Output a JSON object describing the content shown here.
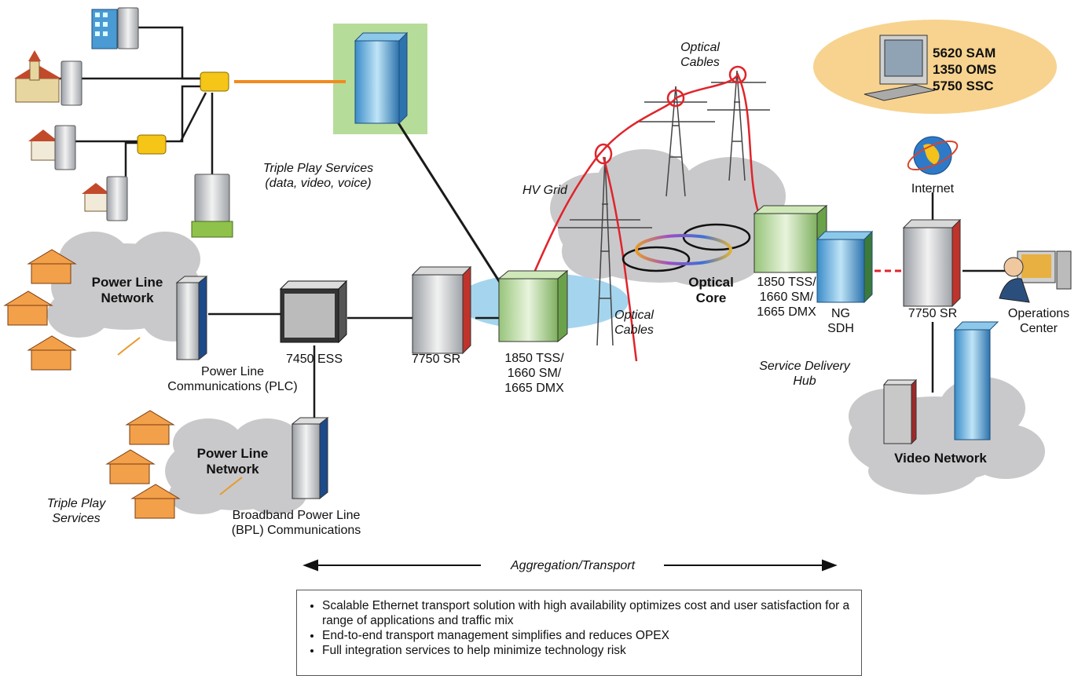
{
  "labels": {
    "optical_cables_top": "Optical\nCables",
    "sam": "5620 SAM\n1350 OMS\n5750 SSC",
    "triple_play_services": "Triple Play Services\n(data, video, voice)",
    "hv_grid": "HV Grid",
    "internet": "Internet",
    "optical_core": "Optical\nCore",
    "optical_cables_bottom": "Optical\nCables",
    "node_1850_right": "1850 TSS/\n1660 SM/\n1665 DMX",
    "ng_sdh": "NG\nSDH",
    "sr_right": "7750 SR",
    "operations_center": "Operations\nCenter",
    "power_line_network_1": "Power Line\nNetwork",
    "ess": "7450 ESS",
    "sr_mid": "7750 SR",
    "plc": "Power Line\nCommunications (PLC)",
    "node_1850_left": "1850 TSS/\n1660 SM/\n1665 DMX",
    "service_delivery_hub": "Service Delivery\nHub",
    "power_line_network_2": "Power Line\nNetwork",
    "triple_play_services_2": "Triple Play\nServices",
    "bpl": "Broadband Power Line\n(BPL) Communications",
    "video_network": "Video Network",
    "aggregation": "Aggregation/Transport"
  },
  "bullets": [
    "Scalable Ethernet transport solution with high availability optimizes cost and user satisfaction for a range of applications and traffic mix",
    "End-to-end transport management simplifies and reduces OPEX",
    "Full integration services to help minimize technology risk"
  ],
  "colors": {
    "cloud": "#c9c9cb",
    "ellipse_blue": "#a5d5ee",
    "sam_ellipse": "#f7d38f",
    "green_box": "#b6dc9a",
    "orange_link": "#f28a1e",
    "fiber_red": "#e0242b",
    "link": "#1a1a1a"
  },
  "icons": [
    "building-icon",
    "church-icon",
    "house-icon",
    "modem-icon",
    "splitter-icon",
    "server-rack-icon",
    "router-icon",
    "pylon-icon",
    "computer-icon",
    "globe-icon",
    "operator-icon",
    "lightning-icon",
    "ring-icon"
  ]
}
